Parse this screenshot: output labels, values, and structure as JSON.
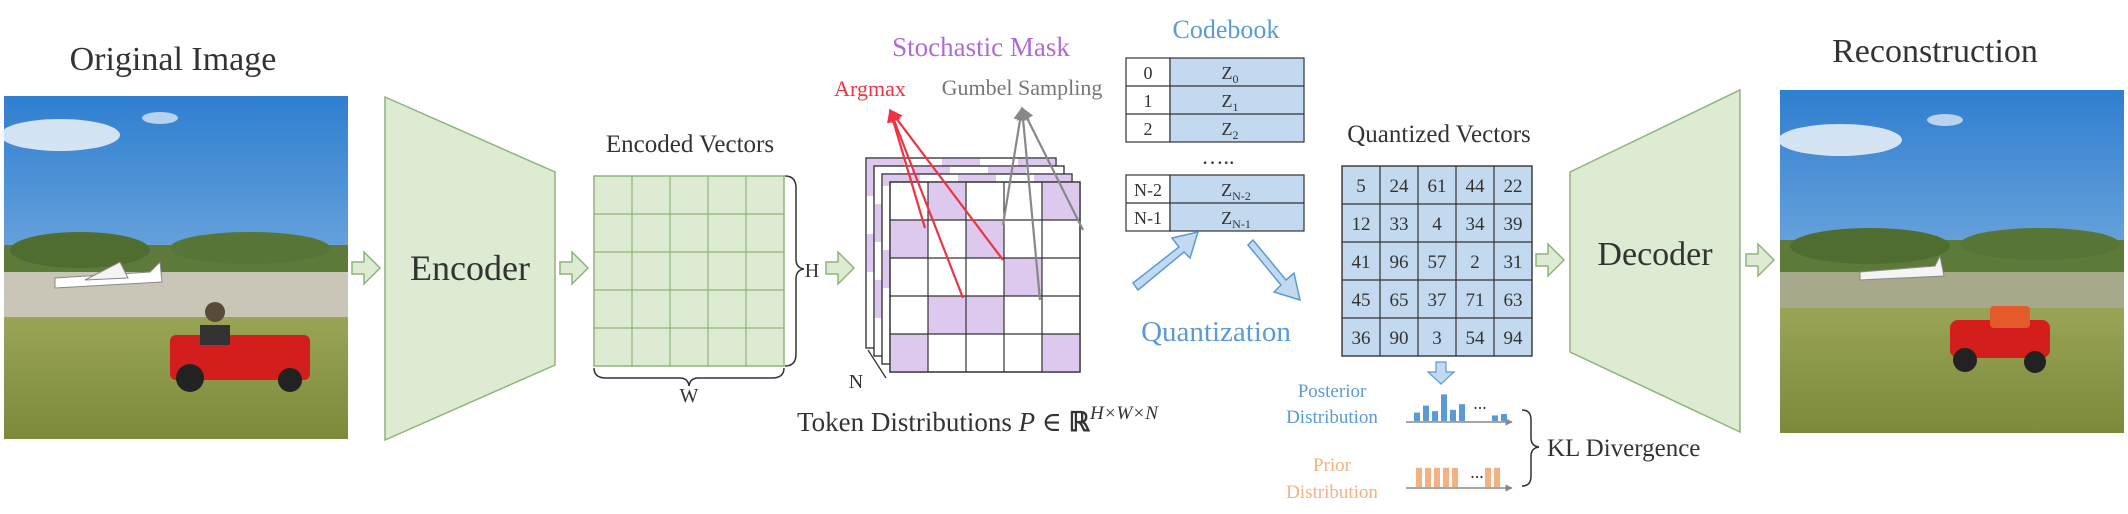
{
  "original_image": {
    "title": "Original Image"
  },
  "encoder": {
    "label": "Encoder"
  },
  "encoded_vectors": {
    "title": "Encoded Vectors",
    "dim_h": "H",
    "dim_w": "W"
  },
  "stochastic_mask": {
    "title": "Stochastic Mask",
    "argmax": "Argmax",
    "gumbel": "Gumbel Sampling",
    "dim_n": "N"
  },
  "token_distributions": {
    "caption": "Token Distributions",
    "formula_var": "P",
    "formula_rel": "∈",
    "formula_set": "ℝ",
    "formula_exp": "H×W×N"
  },
  "codebook": {
    "title": "Codebook",
    "ellipsis": "…..",
    "rows": [
      {
        "index": "0",
        "code": "Z",
        "sub": "0"
      },
      {
        "index": "1",
        "code": "Z",
        "sub": "1"
      },
      {
        "index": "2",
        "code": "Z",
        "sub": "2"
      },
      {
        "index": "N-2",
        "code": "Z",
        "sub": "N-2"
      },
      {
        "index": "N-1",
        "code": "Z",
        "sub": "N-1"
      }
    ]
  },
  "quantization": {
    "label": "Quantization"
  },
  "quantized_vectors": {
    "title": "Quantized Vectors",
    "grid": [
      [
        "5",
        "24",
        "61",
        "44",
        "22"
      ],
      [
        "12",
        "33",
        "4",
        "34",
        "39"
      ],
      [
        "41",
        "96",
        "57",
        "2",
        "31"
      ],
      [
        "45",
        "65",
        "37",
        "71",
        "63"
      ],
      [
        "36",
        "90",
        "3",
        "54",
        "94"
      ]
    ]
  },
  "decoder": {
    "label": "Decoder"
  },
  "reconstruction": {
    "title": "Reconstruction"
  },
  "posterior": {
    "line1": "Posterior",
    "line2": "Distribution",
    "bars": [
      0.3,
      0.55,
      0.35,
      0.95,
      0.4,
      0.6,
      0.2,
      0.25
    ],
    "ellipsis": "..."
  },
  "prior": {
    "line1": "Prior",
    "line2": "Distribution",
    "bars": [
      0.8,
      0.8,
      0.8,
      0.8,
      0.8,
      0.8,
      0.8
    ],
    "ellipsis": "..."
  },
  "kl": {
    "label": "KL Divergence"
  },
  "colors": {
    "green_fill": "#dcebd2",
    "green_stroke": "#8fb47c",
    "blue_fill": "#c3d9ef",
    "blue_text": "#5b9bd5",
    "purple": "#ddc9ee",
    "purple_text": "#b06ad8",
    "red": "#ee3344",
    "orange": "#f4b183"
  }
}
